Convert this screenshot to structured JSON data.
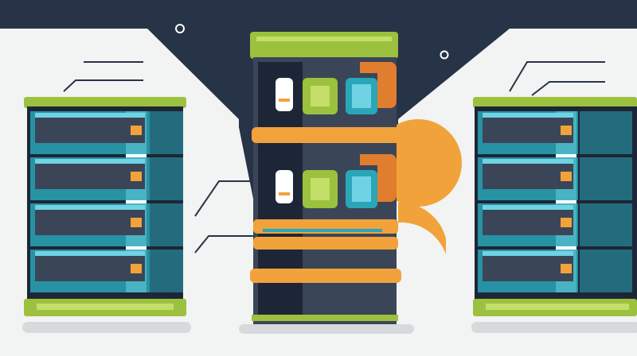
{
  "scene": {
    "subject": "battery-storage-racks",
    "colors": {
      "background": "#f2f3f3",
      "navy": "#273346",
      "navy_dark": "#1d2636",
      "lime": "#9cc13e",
      "lime_light": "#c3df68",
      "orange": "#f2a23a",
      "orange_dark": "#e07d2e",
      "teal": "#2aa6b8",
      "teal_light": "#6fd3e3",
      "steel": "#3a4658",
      "white": "#ffffff",
      "shadow": "#d7dadc"
    },
    "racks": [
      {
        "id": "left",
        "modules": 4
      },
      {
        "id": "center",
        "shelves": 3
      },
      {
        "id": "right",
        "modules": 4
      }
    ]
  }
}
